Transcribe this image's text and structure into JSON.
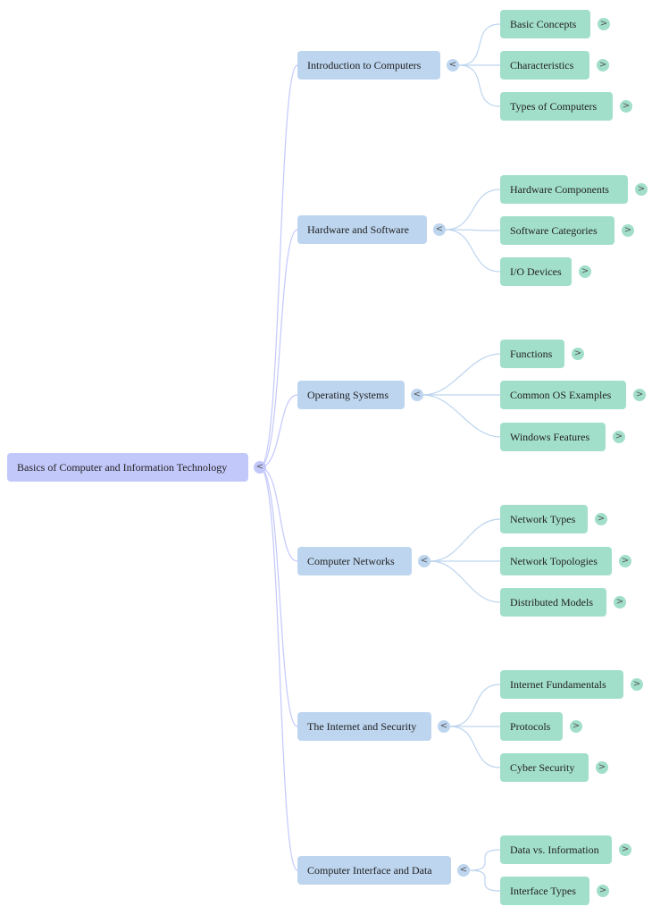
{
  "colors": {
    "root": "#c3c8fb",
    "branch": "#bdd5ef",
    "leaf": "#a2dfcb",
    "root_link": "#c3c8fb",
    "branch_link": "#bdd5ef"
  },
  "icons": {
    "collapse": "<",
    "expand": ">"
  },
  "root": {
    "label": "Basics of Computer and Information Technology",
    "toggle": "<",
    "children": [
      {
        "label": "Introduction to Computers",
        "toggle": "<",
        "children": [
          {
            "label": "Basic Concepts",
            "toggle": ">"
          },
          {
            "label": "Characteristics",
            "toggle": ">"
          },
          {
            "label": "Types of Computers",
            "toggle": ">"
          }
        ]
      },
      {
        "label": "Hardware and Software",
        "toggle": "<",
        "children": [
          {
            "label": "Hardware Components",
            "toggle": ">"
          },
          {
            "label": "Software Categories",
            "toggle": ">"
          },
          {
            "label": "I/O Devices",
            "toggle": ">"
          }
        ]
      },
      {
        "label": "Operating Systems",
        "toggle": "<",
        "children": [
          {
            "label": "Functions",
            "toggle": ">"
          },
          {
            "label": "Common OS Examples",
            "toggle": ">"
          },
          {
            "label": "Windows Features",
            "toggle": ">"
          }
        ]
      },
      {
        "label": "Computer Networks",
        "toggle": "<",
        "children": [
          {
            "label": "Network Types",
            "toggle": ">"
          },
          {
            "label": "Network Topologies",
            "toggle": ">"
          },
          {
            "label": "Distributed Models",
            "toggle": ">"
          }
        ]
      },
      {
        "label": "The Internet and Security",
        "toggle": "<",
        "children": [
          {
            "label": "Internet Fundamentals",
            "toggle": ">"
          },
          {
            "label": "Protocols",
            "toggle": ">"
          },
          {
            "label": "Cyber Security",
            "toggle": ">"
          }
        ]
      },
      {
        "label": "Computer Interface and Data",
        "toggle": "<",
        "children": [
          {
            "label": "Data vs. Information",
            "toggle": ">"
          },
          {
            "label": "Interface Types",
            "toggle": ">"
          }
        ]
      }
    ]
  }
}
